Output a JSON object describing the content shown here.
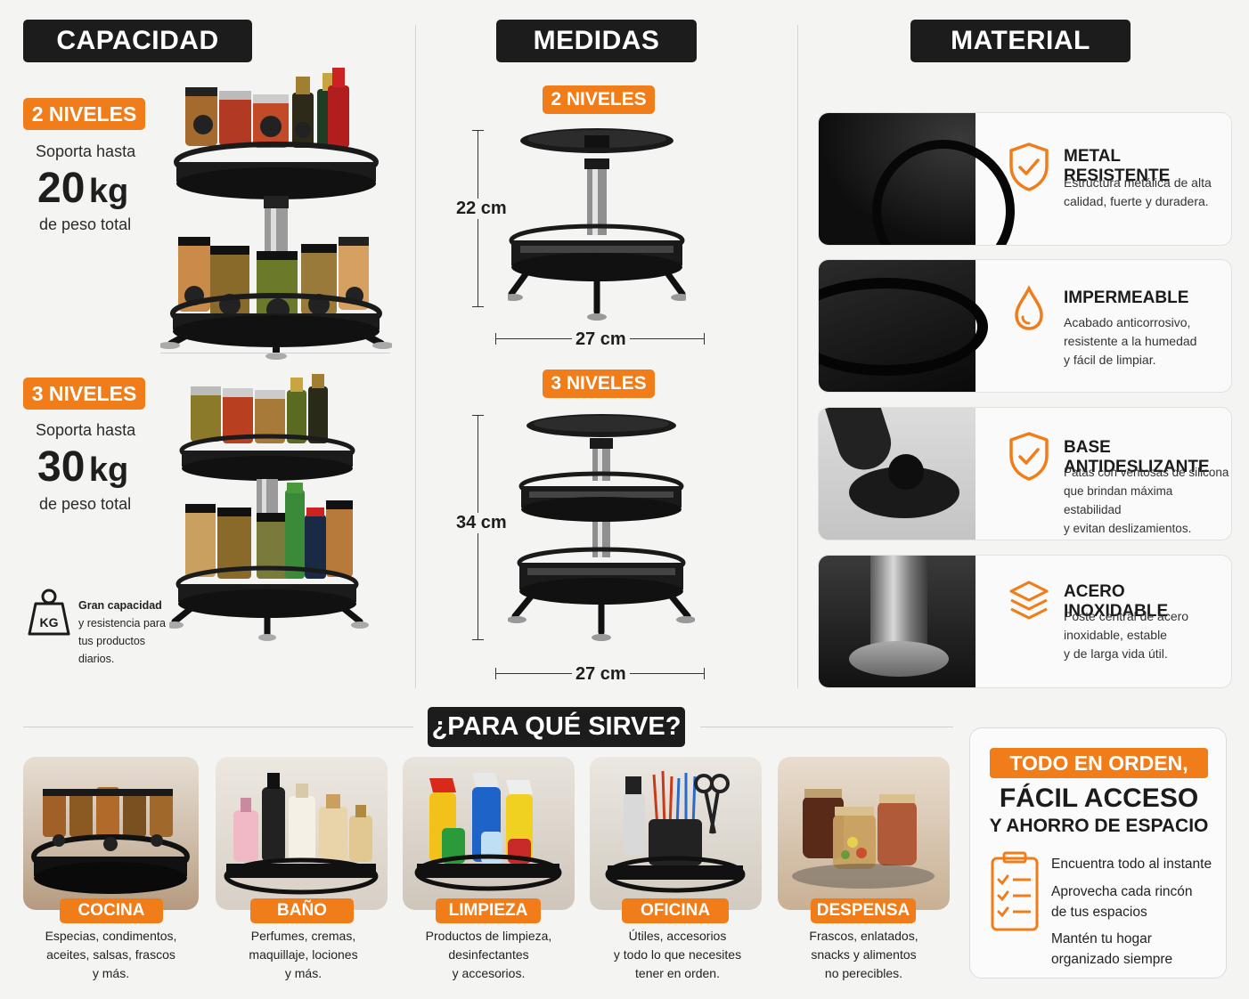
{
  "sections": {
    "capacity": "CAPACIDAD",
    "measures": "MEDIDAS",
    "material": "MATERIAL",
    "uses": "¿PARA QUÉ SIRVE?"
  },
  "capacity": {
    "two": {
      "badge": "2 NIVELES",
      "supports": "Soporta hasta",
      "value": "20",
      "unit": "kg",
      "note": "de peso total"
    },
    "three": {
      "badge": "3 NIVELES",
      "supports": "Soporta hasta",
      "value": "30",
      "unit": "kg",
      "note": "de peso total"
    },
    "kg_icon": "KG",
    "extra_title": "Gran capacidad",
    "extra_text": "y resistencia para tus productos diarios."
  },
  "measures": {
    "two": {
      "badge": "2 NIVELES",
      "height": "22 cm",
      "width": "27 cm"
    },
    "three": {
      "badge": "3 NIVELES",
      "height": "34 cm",
      "width": "27 cm"
    }
  },
  "material": [
    {
      "title": "METAL RESISTENTE",
      "desc": "Estructura metálica de alta\ncalidad, fuerte y duradera.",
      "icon": "shield-check-icon"
    },
    {
      "title": "IMPERMEABLE",
      "desc": "Acabado anticorrosivo,\nresistente a la humedad\ny fácil de limpiar.",
      "icon": "water-drop-icon"
    },
    {
      "title": "BASE ANTIDESLIZANTE",
      "desc": "Patas con ventosas de silicona\nque brindan máxima estabilidad\ny evitan deslizamientos.",
      "icon": "shield-check-icon"
    },
    {
      "title": "ACERO INOXIDABLE",
      "desc": "Poste central de acero\ninoxidable, estable\ny de larga vida útil.",
      "icon": "layers-icon"
    }
  ],
  "uses": [
    {
      "label": "COCINA",
      "desc": "Especias, condimentos,\naceites, salsas, frascos\ny más."
    },
    {
      "label": "BAÑO",
      "desc": "Perfumes, cremas,\nmaquillaje, lociones\ny más."
    },
    {
      "label": "LIMPIEZA",
      "desc": "Productos de limpieza,\ndesinfectantes\ny accesorios."
    },
    {
      "label": "OFICINA",
      "desc": "Útiles, accesorios\ny todo lo que necesites\ntener en orden."
    },
    {
      "label": "DESPENSA",
      "desc": "Frascos, enlatados,\nsnacks y alimentos\nno perecibles."
    }
  ],
  "order": {
    "badge": "TODO EN ORDEN,",
    "title": "FÁCIL ACCESO",
    "subtitle": "Y AHORRO DE ESPACIO",
    "items": [
      "Encuentra todo al instante",
      "Aprovecha cada rincón\nde tus espacios",
      "Mantén tu hogar\norganizado siempre"
    ]
  },
  "colors": {
    "accent": "#f07d1a",
    "dark": "#1c1c1c"
  }
}
